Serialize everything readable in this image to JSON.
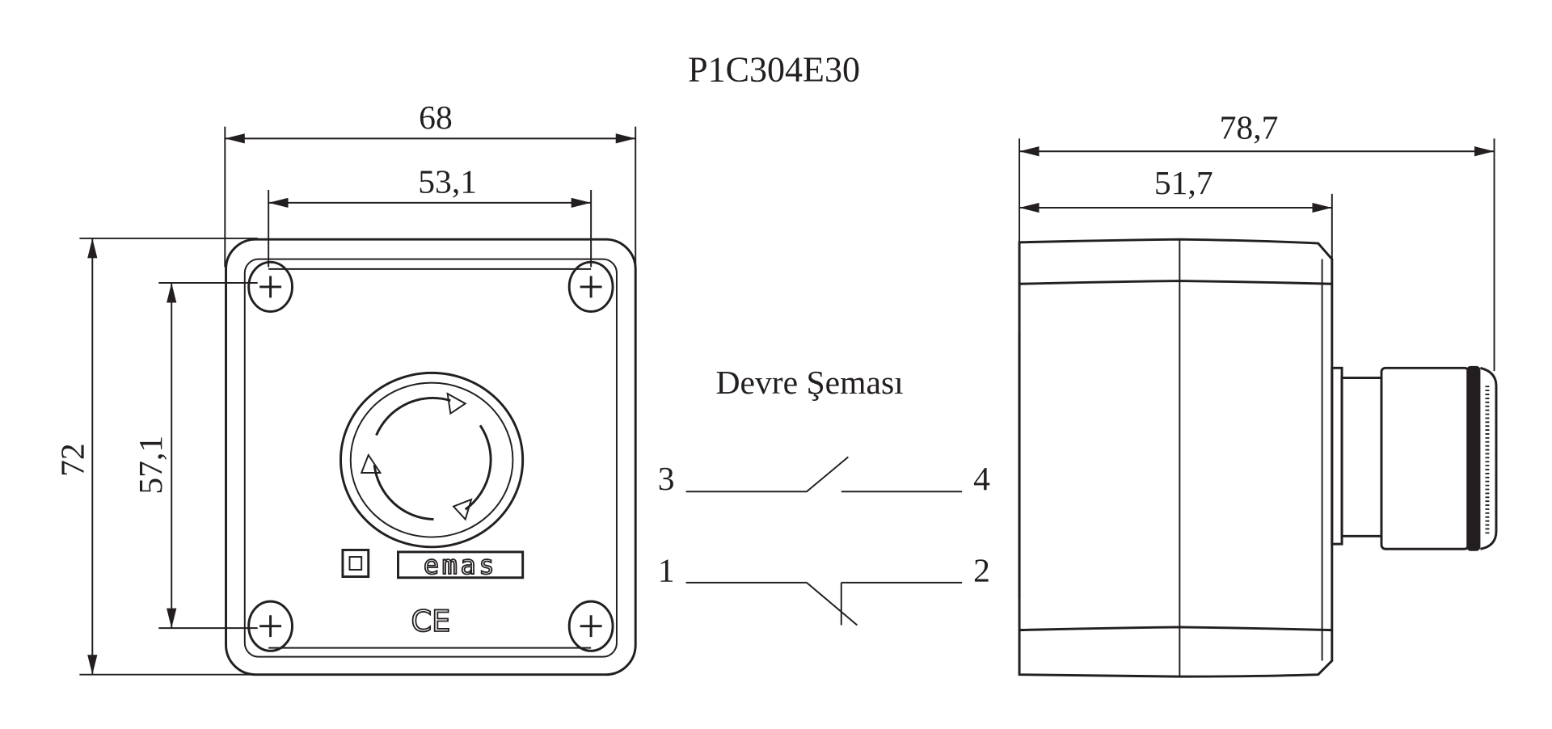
{
  "title": "P1C304E30",
  "front_view": {
    "width_outer": "68",
    "width_holes": "53,1",
    "height_outer": "72",
    "height_holes": "57,1",
    "logo": "emas",
    "mark": "CE"
  },
  "circuit": {
    "title": "Devre Şeması",
    "terminals": [
      "3",
      "4",
      "1",
      "2"
    ]
  },
  "side_view": {
    "depth_total": "78,7",
    "depth_body": "51,7"
  },
  "colors": {
    "line": "#231f20",
    "background": "#ffffff"
  }
}
